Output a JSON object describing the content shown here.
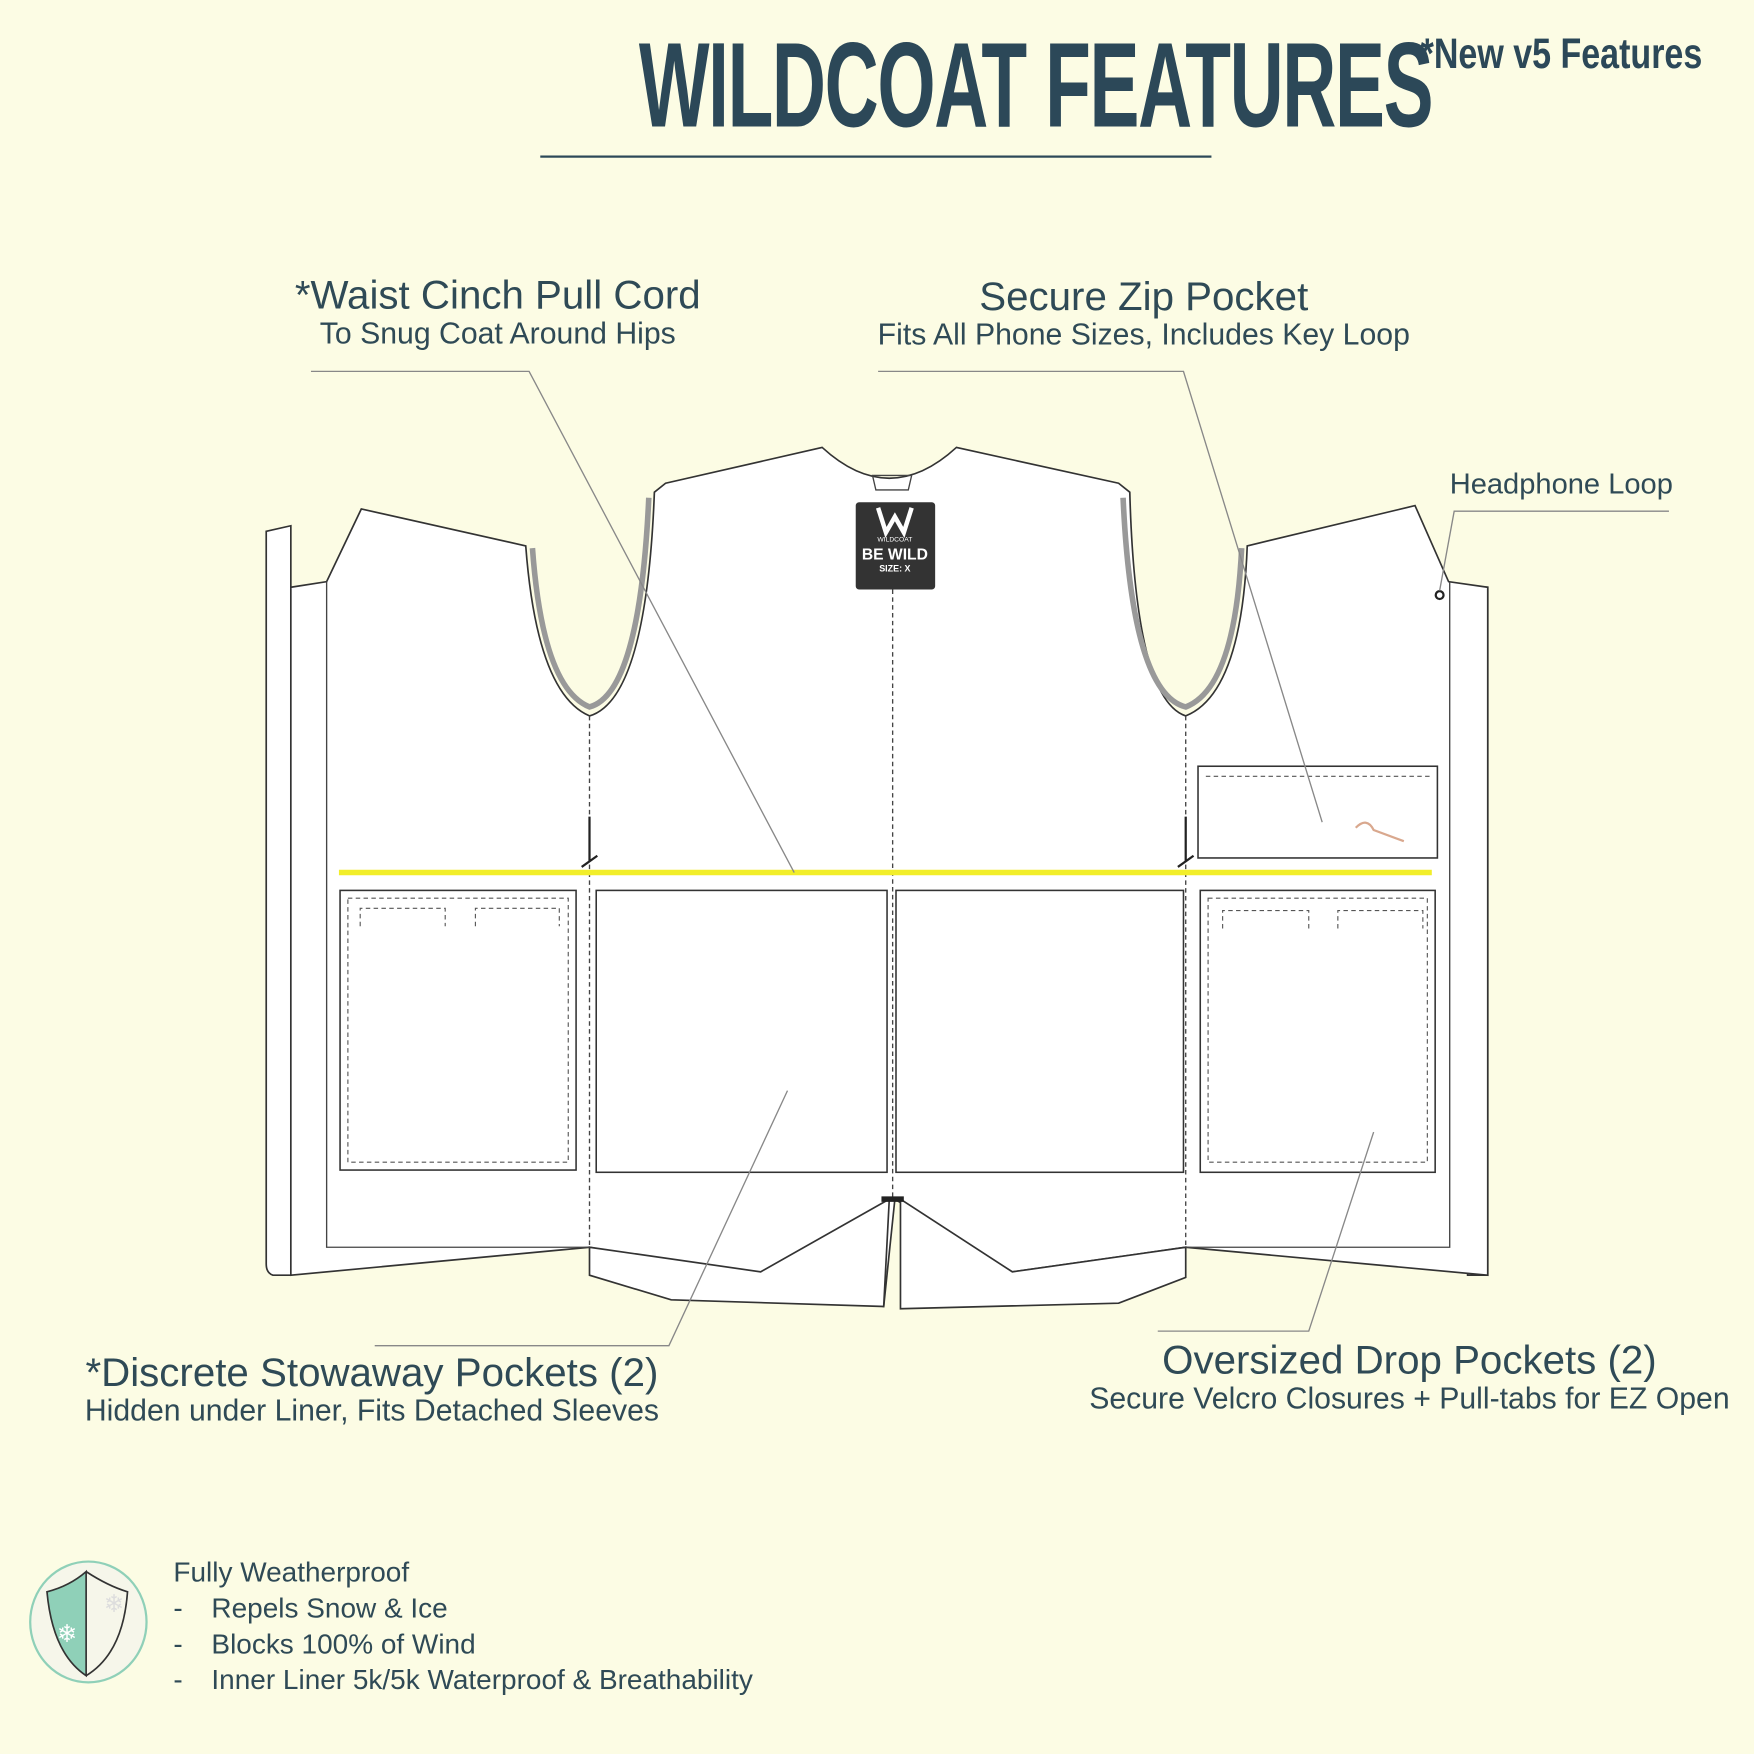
{
  "header": {
    "title": "WILDCOAT FEATURES",
    "new_note": "*New v5 Features"
  },
  "callouts": {
    "waist": {
      "title": "*Waist Cinch Pull Cord",
      "subtitle": "To Snug Coat Around Hips"
    },
    "zip": {
      "title": "Secure Zip Pocket",
      "subtitle": "Fits All Phone Sizes, Includes Key Loop"
    },
    "headphone": {
      "title": "Headphone Loop"
    },
    "stowaway": {
      "title": "*Discrete Stowaway Pockets (2)",
      "subtitle": "Hidden under Liner, Fits Detached Sleeves"
    },
    "drop": {
      "title": "Oversized Drop Pockets (2)",
      "subtitle": "Secure Velcro Closures + Pull-tabs for EZ Open"
    }
  },
  "tag": {
    "brand": "WILDCOAT",
    "slogan": "BE WILD",
    "size": "SIZE: X"
  },
  "weatherproof": {
    "icon": "shield-snowflake-icon",
    "title": "Fully Weatherproof",
    "items": [
      {
        "dash": "-",
        "text": "Repels Snow & Ice"
      },
      {
        "dash": "-",
        "text": "Blocks 100% of Wind"
      },
      {
        "dash": "-",
        "text": "Inner Liner 5k/5k Waterproof & Breathability"
      }
    ]
  },
  "colors": {
    "background": "#fcfce4",
    "text": "#2f4a56",
    "cord": "#f2ee2a",
    "shield": "#8fd0b8"
  }
}
